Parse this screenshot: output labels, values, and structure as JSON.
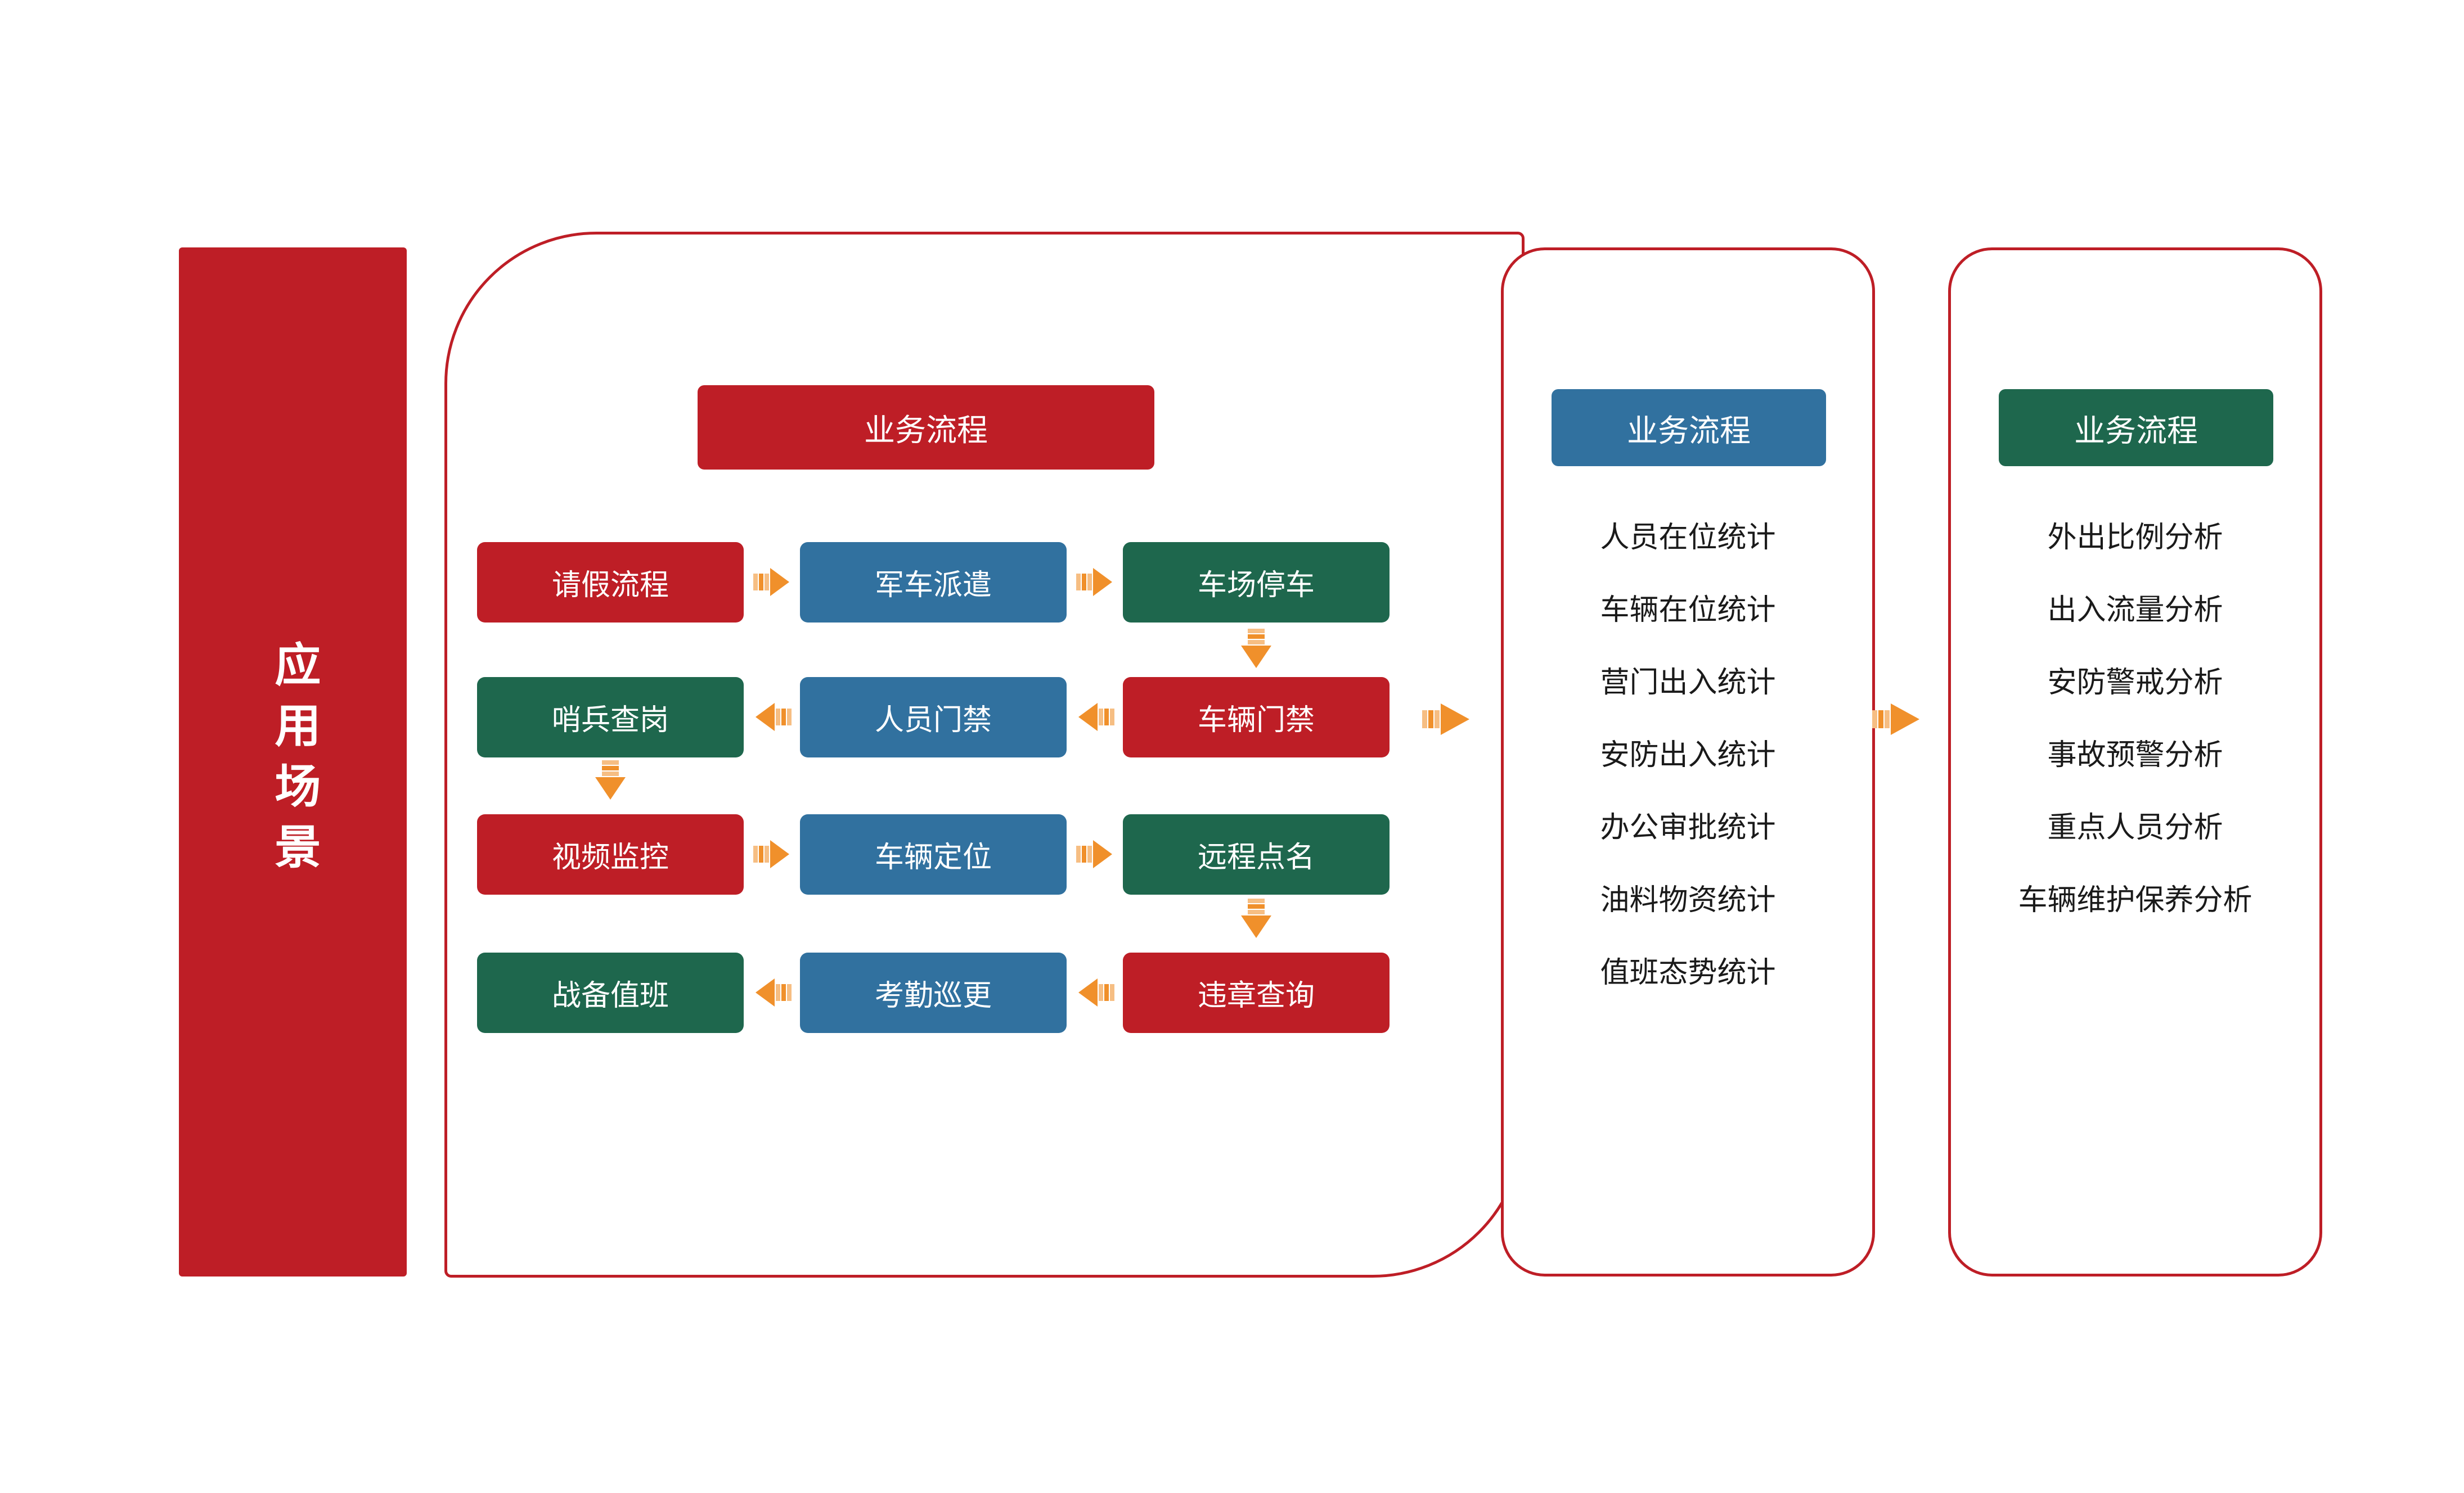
{
  "scenario": {
    "label": "应用场景"
  },
  "colors": {
    "red": "#BE1E26",
    "blue": "#31719F",
    "green": "#1E674D",
    "arrow_orange": "#F0902B",
    "text_dark": "#1a1a1a",
    "panel_border": "#BE1E26",
    "background": "#ffffff"
  },
  "columns": {
    "process": {
      "header": "业务流程",
      "header_color": "#BE1E26",
      "rows": [
        {
          "direction": "right",
          "boxes": [
            {
              "label": "请假流程",
              "color": "red"
            },
            {
              "label": "军车派遣",
              "color": "blue"
            },
            {
              "label": "车场停车",
              "color": "green"
            }
          ]
        },
        {
          "direction": "left",
          "boxes": [
            {
              "label": "哨兵查岗",
              "color": "green"
            },
            {
              "label": "人员门禁",
              "color": "blue"
            },
            {
              "label": "车辆门禁",
              "color": "red"
            }
          ]
        },
        {
          "direction": "right",
          "boxes": [
            {
              "label": "视频监控",
              "color": "red"
            },
            {
              "label": "车辆定位",
              "color": "blue"
            },
            {
              "label": "远程点名",
              "color": "green"
            }
          ]
        },
        {
          "direction": "left",
          "boxes": [
            {
              "label": "战备值班",
              "color": "green"
            },
            {
              "label": "考勤巡更",
              "color": "blue"
            },
            {
              "label": "违章查询",
              "color": "red"
            }
          ]
        }
      ]
    },
    "statistics": {
      "header": "业务流程",
      "header_color": "#31719F",
      "items": [
        "人员在位统计",
        "车辆在位统计",
        "营门出入统计",
        "安防出入统计",
        "办公审批统计",
        "油料物资统计",
        "值班态势统计"
      ]
    },
    "analysis": {
      "header": "业务流程",
      "header_color": "#1E674D",
      "items": [
        "外出比例分析",
        "出入流量分析",
        "安防警戒分析",
        "事故预警分析",
        "重点人员分析",
        "车辆维护保养分析"
      ]
    }
  },
  "arrows": {
    "row1_h1": "arrow-right-icon",
    "row1_h2": "arrow-right-icon",
    "row2_h1": "arrow-left-icon",
    "row2_h2": "arrow-left-icon",
    "row3_h1": "arrow-right-icon",
    "row3_h2": "arrow-right-icon",
    "row4_h1": "arrow-left-icon",
    "row4_h2": "arrow-left-icon",
    "v_r1_r2": "arrow-down-icon",
    "v_r2_r3": "arrow-down-icon",
    "v_r3_r4": "arrow-down-icon",
    "panel_to_stats": "arrow-right-icon",
    "stats_to_analysis": "arrow-right-icon"
  }
}
